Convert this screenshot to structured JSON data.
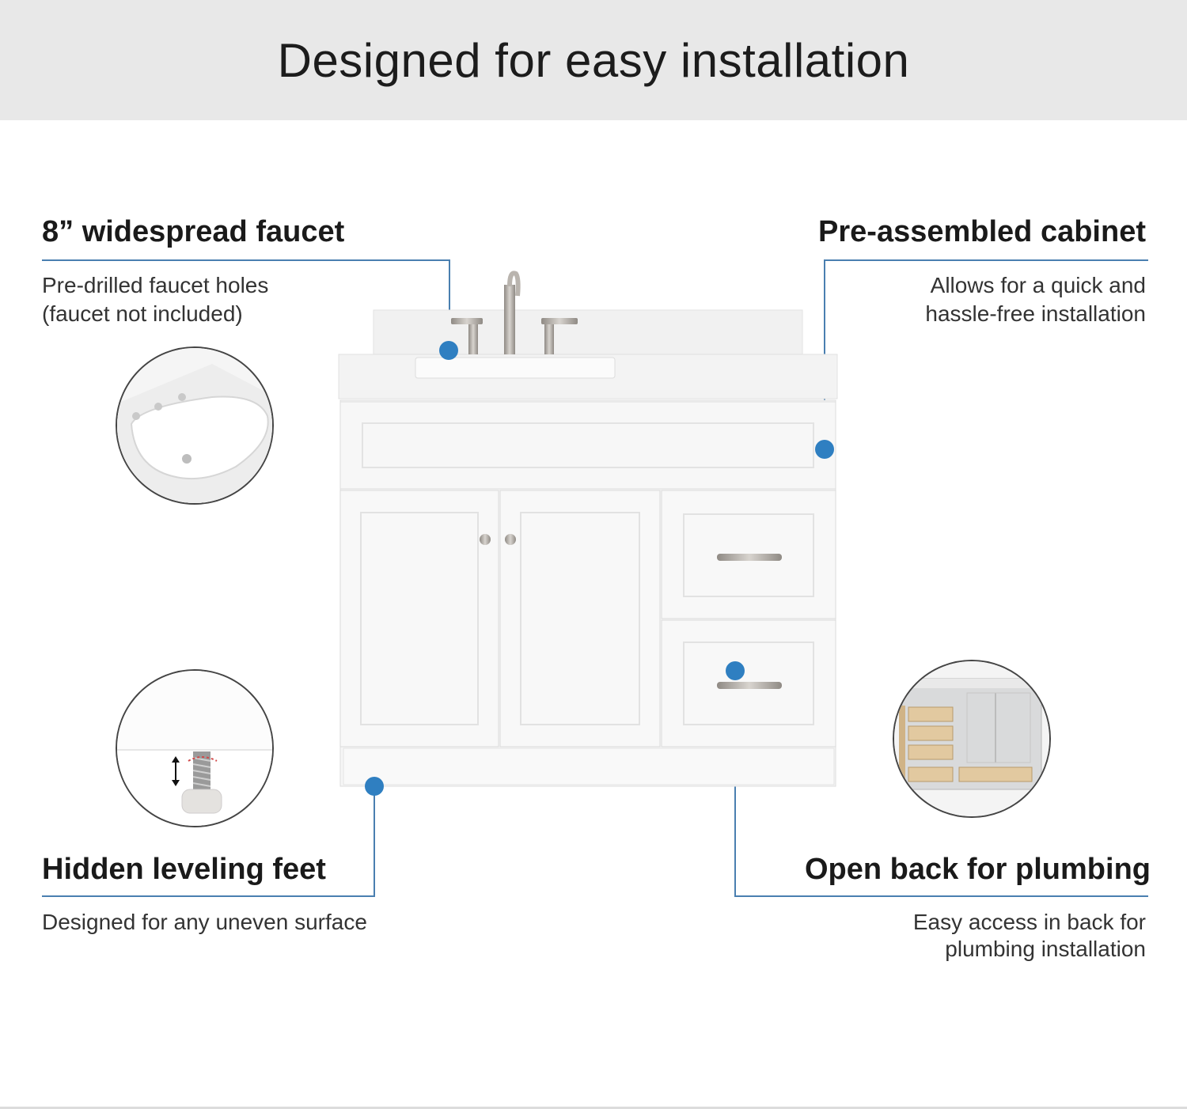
{
  "header": {
    "title": "Designed for easy installation"
  },
  "features": {
    "faucet": {
      "title": "8” widespread faucet",
      "desc1": "Pre-drilled faucet holes",
      "desc2": "(faucet not included)"
    },
    "cabinet": {
      "title": "Pre-assembled cabinet",
      "desc1": "Allows for  a quick and",
      "desc2": "hassle-free installation"
    },
    "feet": {
      "title": "Hidden leveling feet",
      "desc1": "Designed for any uneven surface"
    },
    "plumbing": {
      "title": "Open back for plumbing",
      "desc1": "Easy access in back for",
      "desc2": "plumbing installation"
    }
  },
  "colors": {
    "accent": "#2f7fc1",
    "line": "#4a7fb0",
    "banner": "#e8e8e8"
  }
}
